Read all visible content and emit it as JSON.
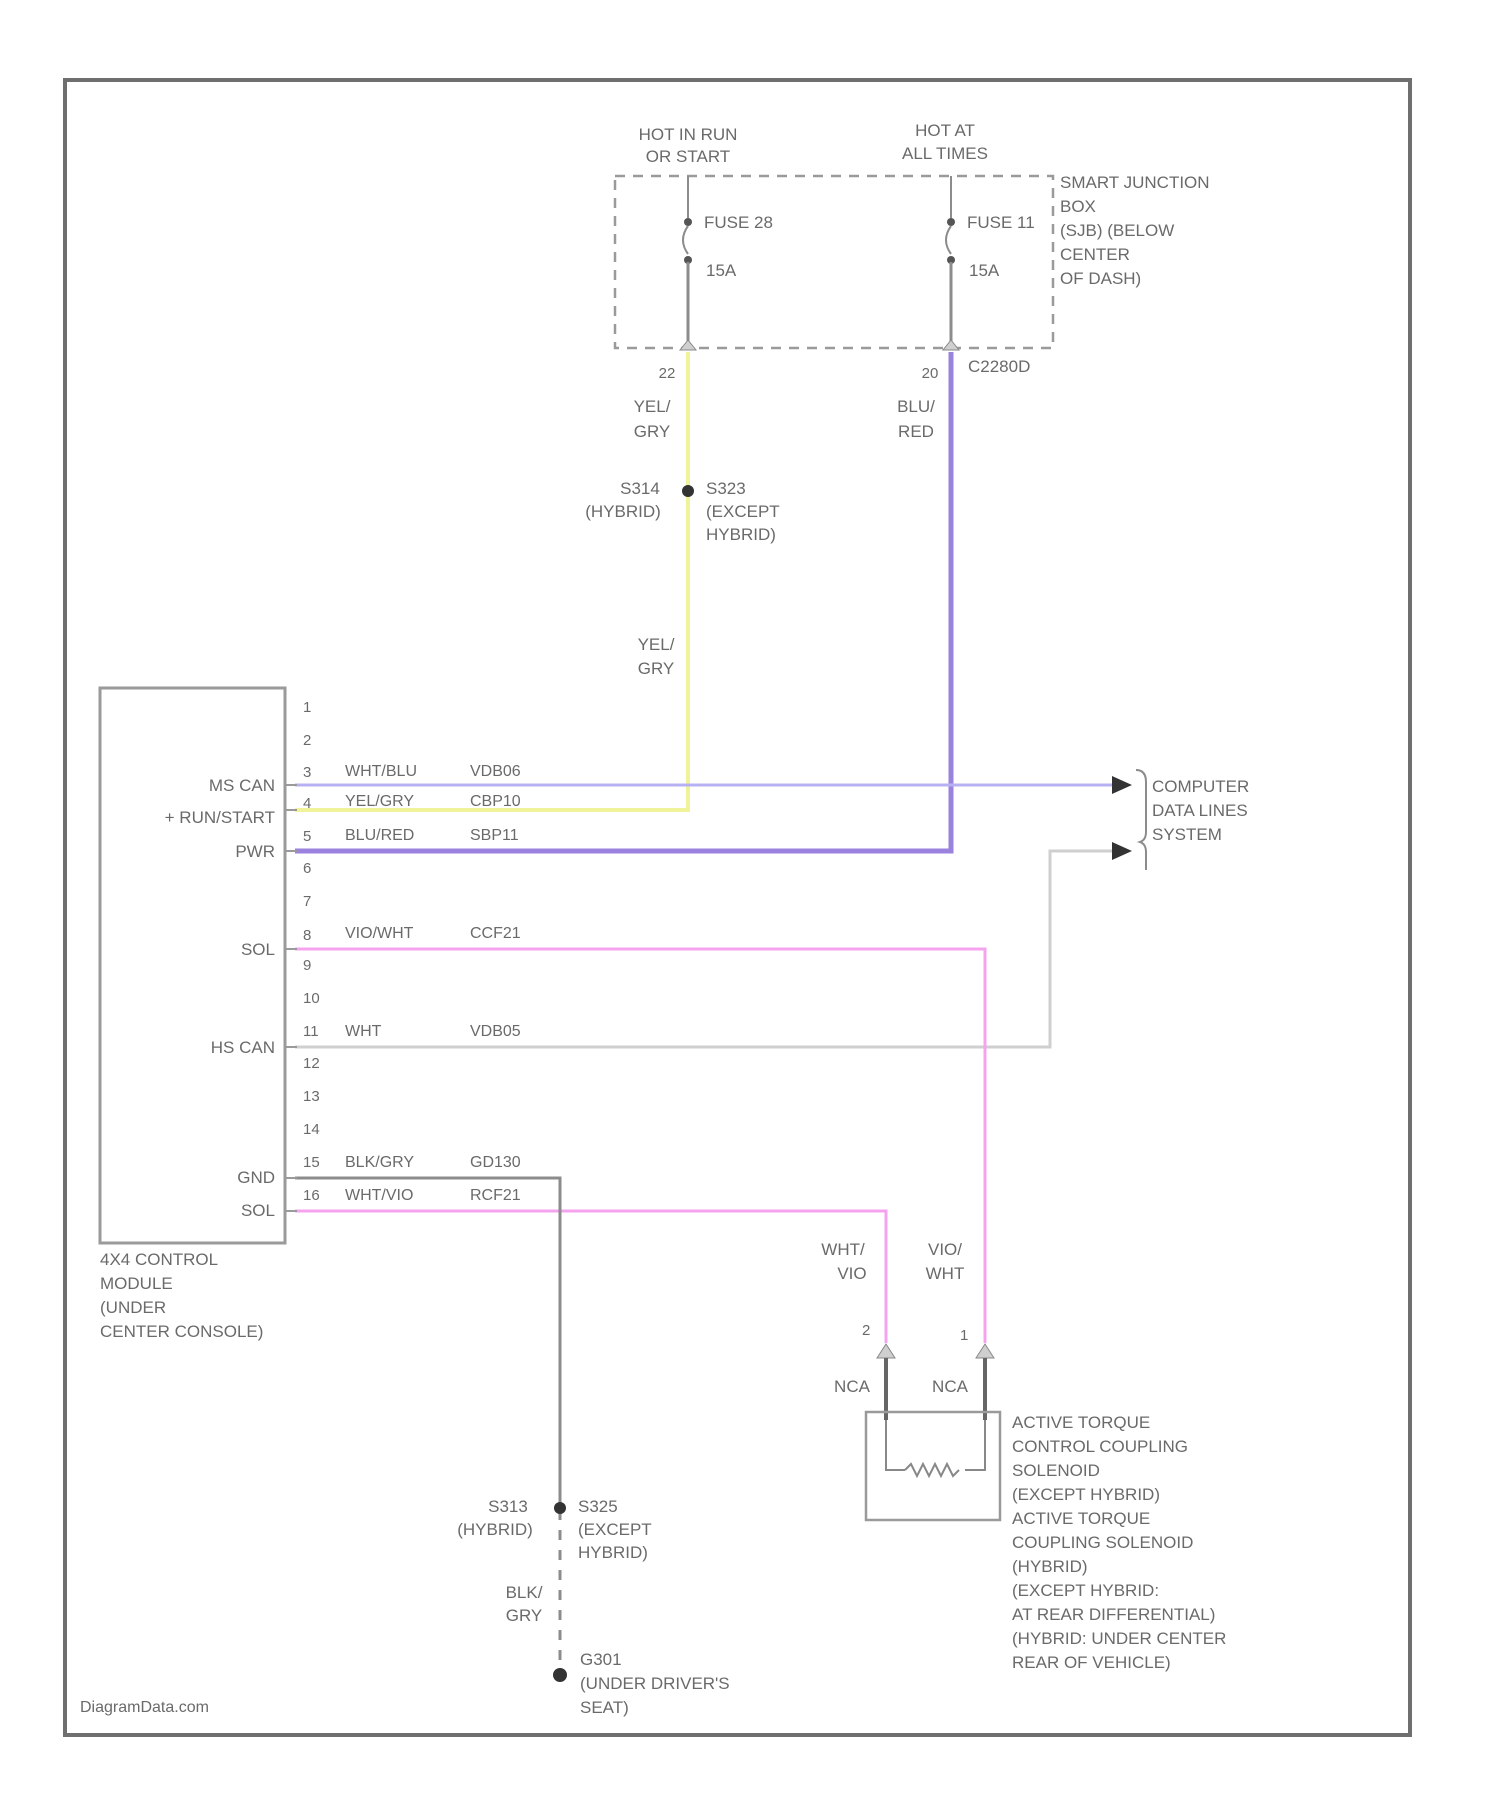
{
  "power": {
    "hot_run": [
      "HOT IN RUN",
      "OR START"
    ],
    "hot_all": [
      "HOT AT",
      "ALL TIMES"
    ],
    "fuse_a": {
      "name": "FUSE 28",
      "rating": "15A"
    },
    "fuse_b": {
      "name": "FUSE 11",
      "rating": "15A"
    },
    "sjb_label": [
      "SMART JUNCTION",
      "BOX",
      "(SJB) (BELOW",
      "CENTER",
      "OF DASH)"
    ],
    "pin_a": "22",
    "pin_b": "20",
    "connector": "C2280D"
  },
  "wires": {
    "yel_gry": [
      "YEL/",
      "GRY"
    ],
    "blu_red": [
      "BLU/",
      "RED"
    ],
    "yel_gry_lower": [
      "YEL/",
      "GRY"
    ],
    "splice_hybrid": [
      "S314",
      "(HYBRID)"
    ],
    "splice_except": [
      "S323",
      "(EXCEPT",
      "HYBRID)"
    ],
    "wht_vio": [
      "WHT/",
      "VIO"
    ],
    "vio_wht": [
      "VIO/",
      "WHT"
    ],
    "blk_gry": [
      "BLK/",
      "GRY"
    ]
  },
  "module": {
    "label": [
      "4X4 CONTROL",
      "MODULE",
      "(UNDER",
      "CENTER CONSOLE)"
    ],
    "pins": [
      "1",
      "2",
      "3",
      "4",
      "5",
      "6",
      "7",
      "8",
      "9",
      "10",
      "11",
      "12",
      "13",
      "14",
      "15",
      "16"
    ],
    "signals": {
      "ms_can": "MS CAN",
      "run_start": "+ RUN/START",
      "pwr": "PWR",
      "sol_a": "SOL",
      "hs_can": "HS CAN",
      "gnd": "GND",
      "sol_b": "SOL"
    },
    "circuits": {
      "p3": {
        "color": "WHT/BLU",
        "code": "VDB06"
      },
      "p4": {
        "color": "YEL/GRY",
        "code": "CBP10"
      },
      "p5": {
        "color": "BLU/RED",
        "code": "SBP11"
      },
      "p8": {
        "color": "VIO/WHT",
        "code": "CCF21"
      },
      "p11": {
        "color": "WHT",
        "code": "VDB05"
      },
      "p15": {
        "color": "BLK/GRY",
        "code": "GD130"
      },
      "p16": {
        "color": "WHT/VIO",
        "code": "RCF21"
      }
    }
  },
  "network": {
    "label": [
      "COMPUTER",
      "DATA LINES",
      "SYSTEM"
    ]
  },
  "solenoid": {
    "pin_2": "2",
    "pin_1": "1",
    "conn_a": "NCA",
    "conn_b": "NCA",
    "label": [
      "ACTIVE TORQUE",
      "CONTROL COUPLING",
      "SOLENOID",
      "(EXCEPT HYBRID)",
      "ACTIVE TORQUE",
      "COUPLING SOLENOID",
      "(HYBRID)",
      "(EXCEPT HYBRID:",
      "AT REAR DIFFERENTIAL)",
      "(HYBRID: UNDER CENTER",
      "REAR OF VEHICLE)"
    ]
  },
  "ground": {
    "splice_hybrid": [
      "S313",
      "(HYBRID)"
    ],
    "splice_except": [
      "S325",
      "(EXCEPT",
      "HYBRID)"
    ],
    "point": [
      "G301",
      "(UNDER DRIVER'S",
      "SEAT)"
    ]
  },
  "watermark": "DiagramData.com",
  "colors": {
    "frame": "#6f6f6f",
    "yellow": "#f0f39a",
    "purple": "#9b82de",
    "lavender": "#b7b0f2",
    "pink": "#f5a3ef",
    "gray_wire": "#8c8c8c",
    "white_wire": "#cfcfcf",
    "dash": "#9a9a9a"
  }
}
